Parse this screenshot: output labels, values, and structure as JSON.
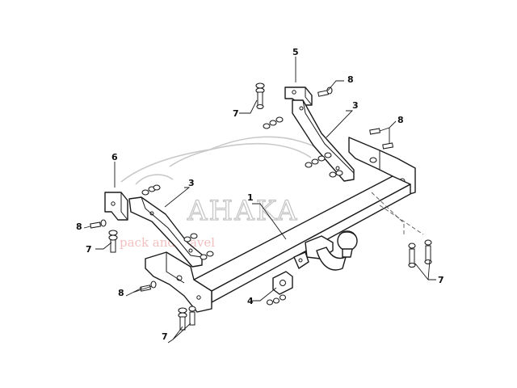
{
  "watermark": {
    "brand": "AHAKA",
    "tagline": "pack and travel"
  },
  "callouts": [
    {
      "id": "c1",
      "label": "1"
    },
    {
      "id": "c3a",
      "label": "3"
    },
    {
      "id": "c3b",
      "label": "3"
    },
    {
      "id": "c4",
      "label": "4"
    },
    {
      "id": "c5",
      "label": "5"
    },
    {
      "id": "c6",
      "label": "6"
    },
    {
      "id": "c7a",
      "label": "7"
    },
    {
      "id": "c7b",
      "label": "7"
    },
    {
      "id": "c7c",
      "label": "7"
    },
    {
      "id": "c7d",
      "label": "7"
    },
    {
      "id": "c8a",
      "label": "8"
    },
    {
      "id": "c8b",
      "label": "8"
    },
    {
      "id": "c8c",
      "label": "8"
    },
    {
      "id": "c8d",
      "label": "8"
    }
  ]
}
